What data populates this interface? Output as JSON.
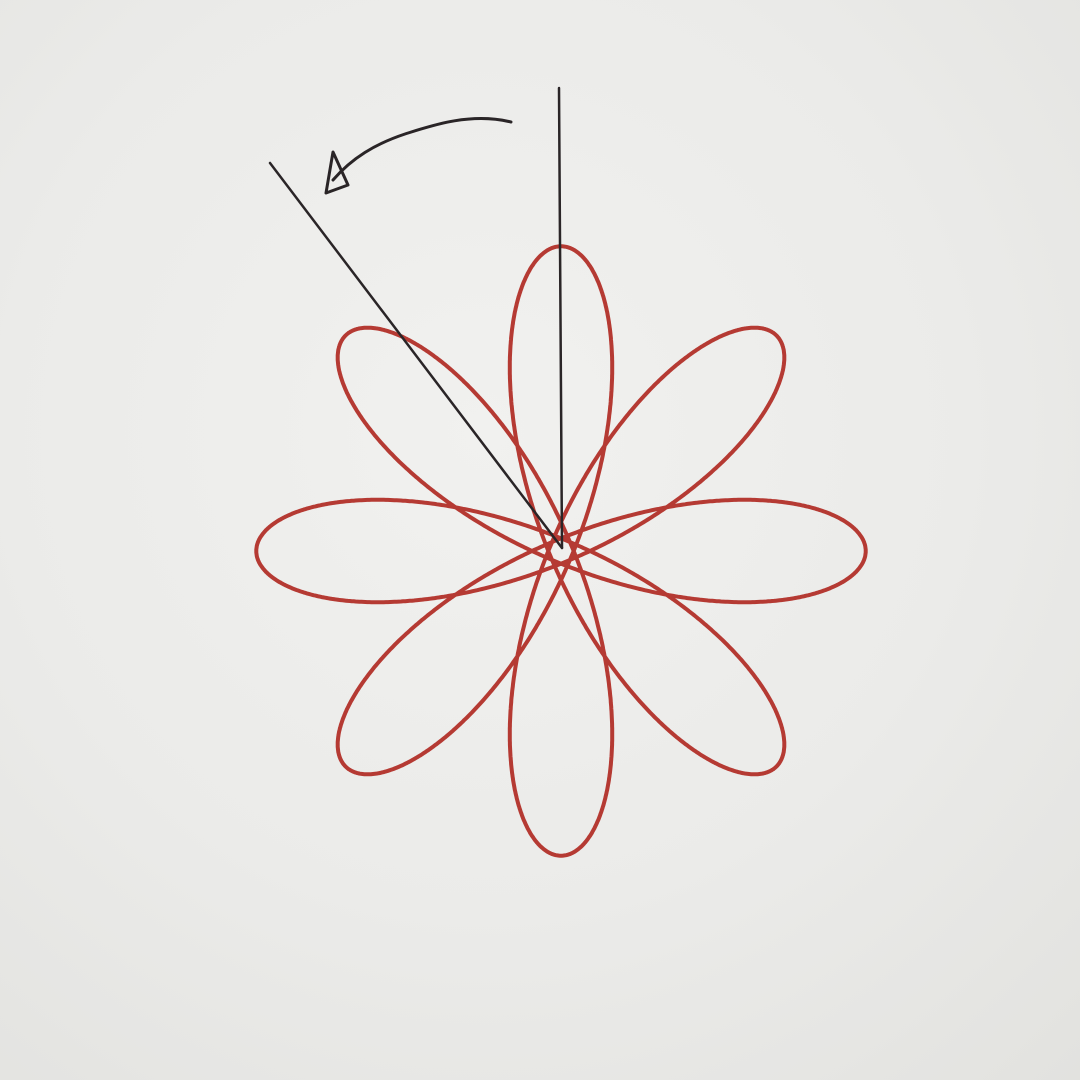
{
  "scene": {
    "subject": "rose-curve-drawing-on-paper",
    "colors": {
      "paper": "#ececea",
      "curve": "#b53a33",
      "pen": "#2a2527"
    },
    "curve": {
      "lobes": 8,
      "loop_count": 8,
      "rotation_arrow_direction": "counterclockwise"
    }
  }
}
